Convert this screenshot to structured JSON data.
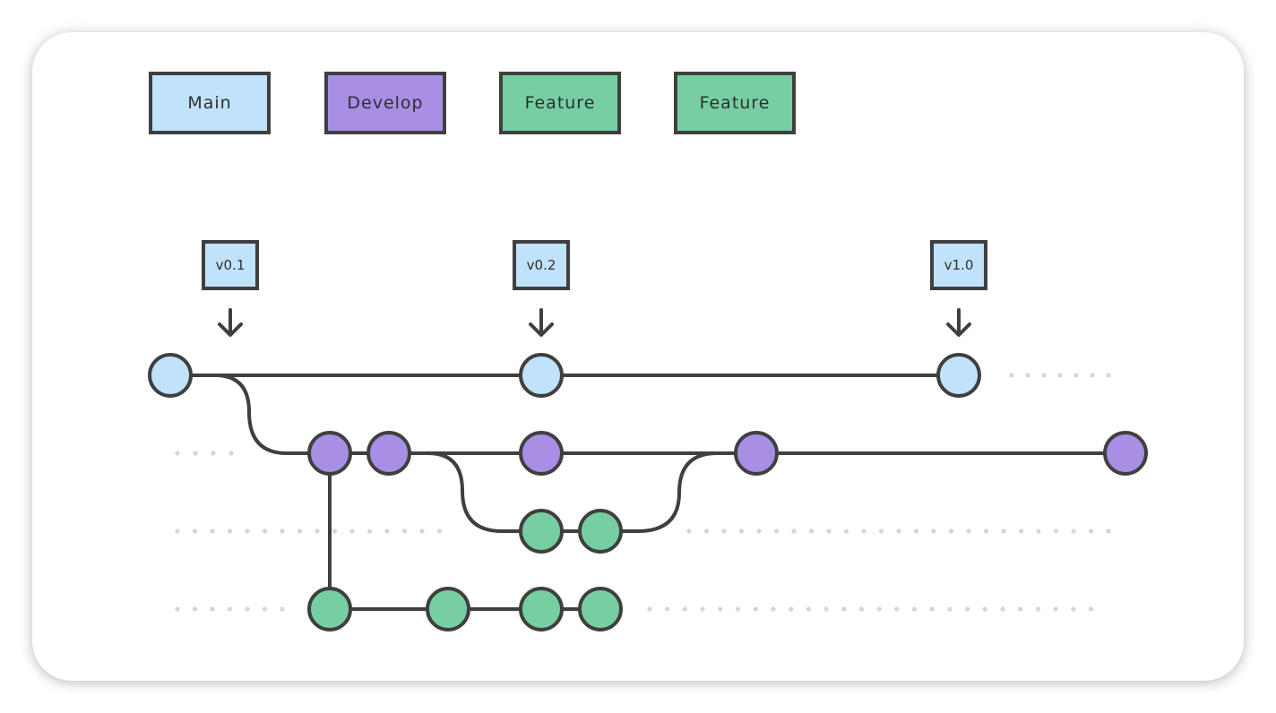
{
  "colors": {
    "main": "#c0e2fb",
    "develop": "#a88ee4",
    "feature": "#76cfa3",
    "stroke": "#3f3f3f",
    "dots": "#d6d6d6"
  },
  "legend": [
    {
      "label": "Main",
      "color": "#c0e2fb"
    },
    {
      "label": "Develop",
      "color": "#a88ee4"
    },
    {
      "label": "Feature",
      "color": "#76cfa3"
    },
    {
      "label": "Feature",
      "color": "#76cfa3"
    }
  ],
  "tags": [
    {
      "label": "v0.1"
    },
    {
      "label": "v0.2"
    },
    {
      "label": "v1.0"
    }
  ]
}
